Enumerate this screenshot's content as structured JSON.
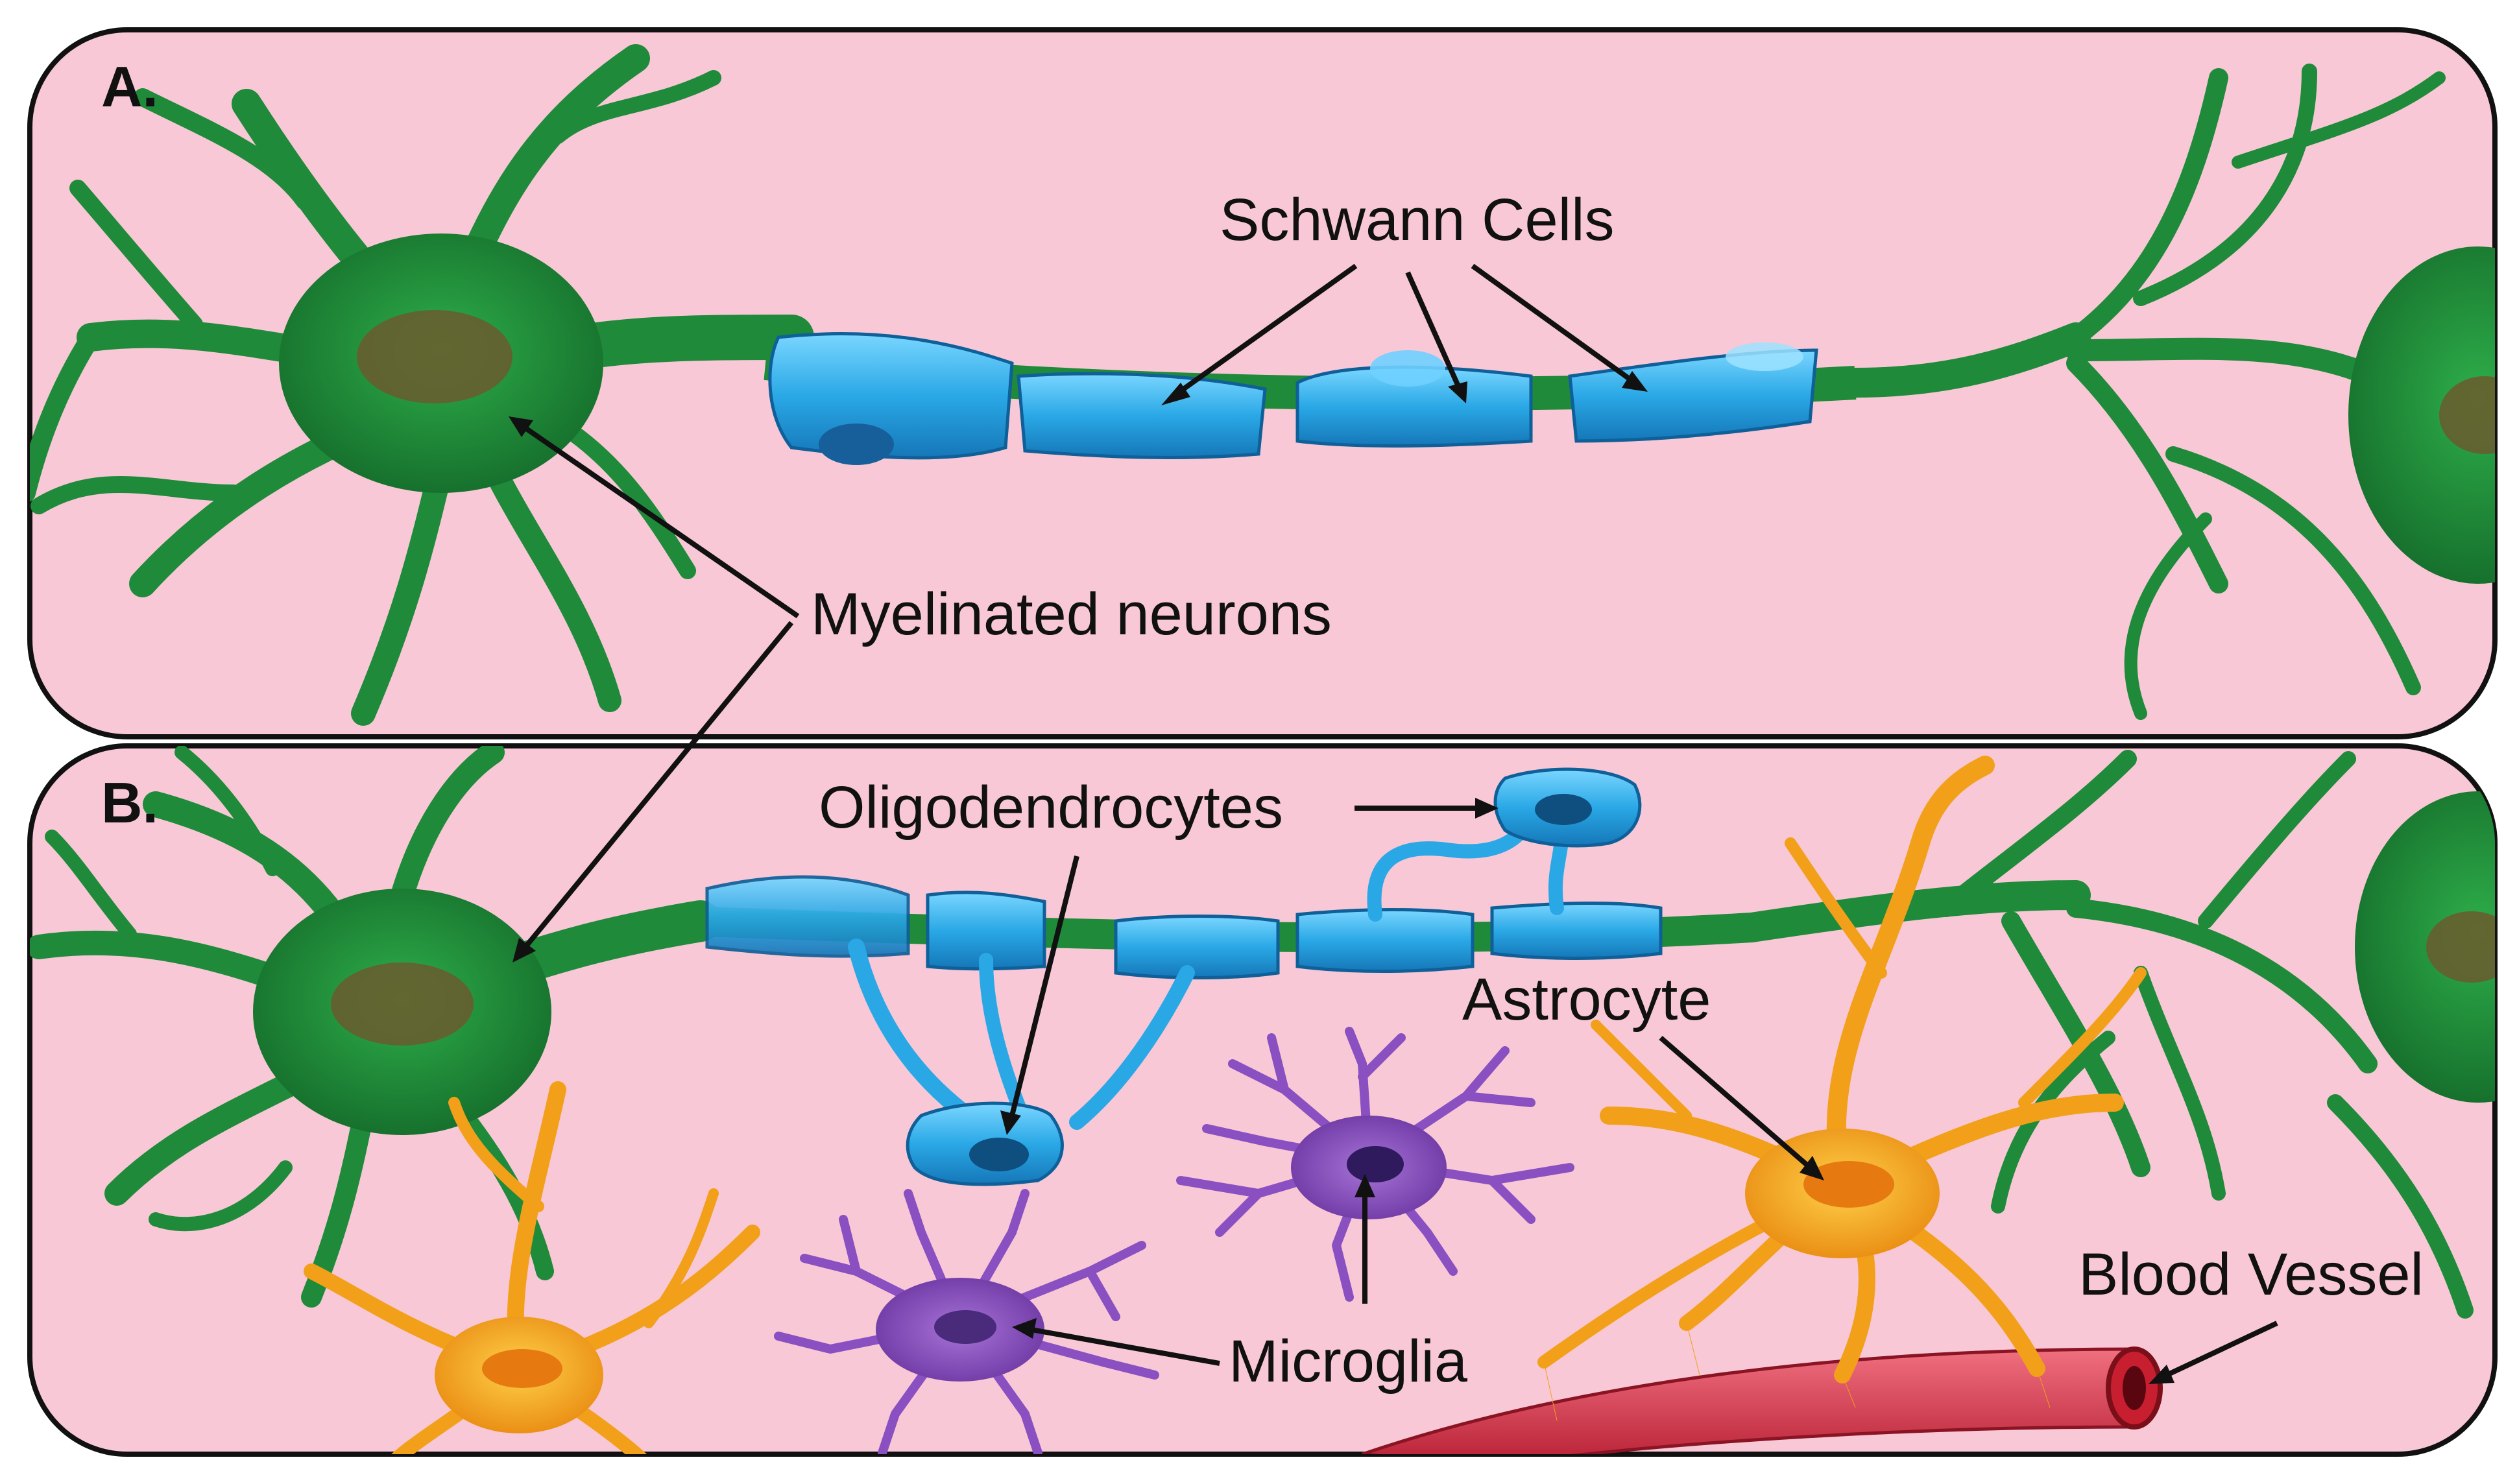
{
  "panels": [
    {
      "label": "A."
    },
    {
      "label": "B."
    }
  ],
  "labels": {
    "schwann": "Schwann Cells",
    "myelinated": "Myelinated neurons",
    "oligodendrocytes": "Oligodendrocytes",
    "astrocyte": "Astrocyte",
    "microglia": "Microglia",
    "blood_vessel": "Blood Vessel"
  },
  "colors": {
    "background": "#f8c8d6",
    "neuron": "#1f8a3a",
    "myelin": "#2aa8e6",
    "astrocyte": "#f2a01a",
    "microglia": "#8a4fc0",
    "vessel": "#d8344a"
  }
}
